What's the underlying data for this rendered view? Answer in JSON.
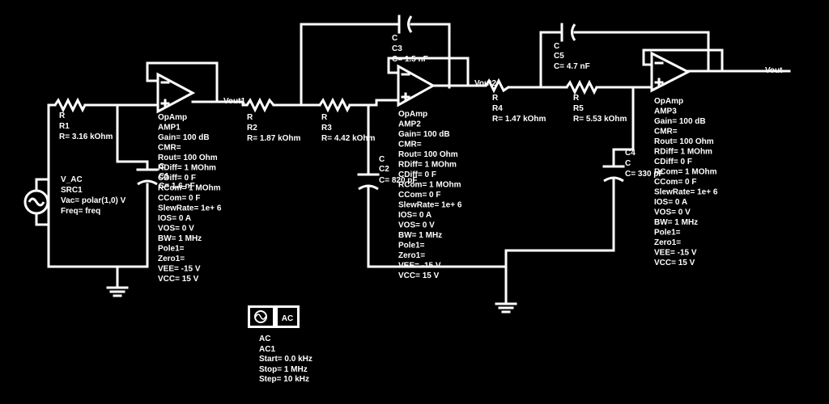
{
  "nets": {
    "vout1": "Vout1",
    "vout2": "Vout2",
    "vout": "Vout"
  },
  "resistors": [
    {
      "type": "R",
      "name": "R1",
      "value": "R= 3.16 kOhm"
    },
    {
      "type": "R",
      "name": "R2",
      "value": "R= 1.87 kOhm"
    },
    {
      "type": "R",
      "name": "R3",
      "value": "R= 4.42 kOhm"
    },
    {
      "type": "R",
      "name": "R4",
      "value": "R= 1.47 kOhm"
    },
    {
      "type": "R",
      "name": "R5",
      "value": "R= 5.53 kOhm"
    }
  ],
  "capacitors": [
    {
      "type": "C",
      "name": "C1",
      "value": "C= 1.6 nF"
    },
    {
      "type": "C",
      "name": "C2",
      "value": "C= 820 pF"
    },
    {
      "type": "C",
      "name": "C3",
      "value": "C= 1.5 nF"
    },
    {
      "type": "C",
      "name": "C4",
      "value": "C= 330 pF"
    },
    {
      "type": "C",
      "name": "C5",
      "value": "C= 4.7 nF"
    }
  ],
  "source": {
    "type": "V_AC",
    "name": "SRC1",
    "vac": "Vac= polar(1,0) V",
    "freq": "Freq= freq"
  },
  "opamps": [
    {
      "type": "OpAmp",
      "name": "AMP1",
      "params": [
        "Gain= 100 dB",
        "CMR=",
        "Rout= 100 Ohm",
        "RDiff= 1 MOhm",
        "CDiff= 0 F",
        "RCom= 1 MOhm",
        "CCom= 0 F",
        "SlewRate= 1e+ 6",
        "IOS= 0 A",
        "VOS= 0 V",
        "BW= 1 MHz",
        "Pole1=",
        "Zero1=",
        "VEE= -15 V",
        "VCC= 15 V"
      ]
    },
    {
      "type": "OpAmp",
      "name": "AMP2",
      "params": [
        "Gain= 100 dB",
        "CMR=",
        "Rout= 100 Ohm",
        "RDiff= 1 MOhm",
        "CDiff= 0 F",
        "RCom= 1 MOhm",
        "CCom= 0 F",
        "SlewRate= 1e+ 6",
        "IOS= 0 A",
        "VOS= 0 V",
        "BW= 1 MHz",
        "Pole1=",
        "Zero1=",
        "VEE= -15 V",
        "VCC= 15 V"
      ]
    },
    {
      "type": "OpAmp",
      "name": "AMP3",
      "params": [
        "Gain= 100 dB",
        "CMR=",
        "Rout= 100 Ohm",
        "RDiff= 1 MOhm",
        "CDiff= 0 F",
        "RCom= 1 MOhm",
        "CCom= 0 F",
        "SlewRate= 1e+ 6",
        "IOS= 0 A",
        "VOS= 0 V",
        "BW= 1 MHz",
        "Pole1=",
        "Zero1=",
        "VEE= -15 V",
        "VCC= 15 V"
      ]
    }
  ],
  "ac_sim": {
    "badge": "AC",
    "type": "AC",
    "name": "AC1",
    "start": "Start= 0.0 kHz",
    "stop": "Stop= 1 MHz",
    "step": "Step= 10 kHz"
  }
}
